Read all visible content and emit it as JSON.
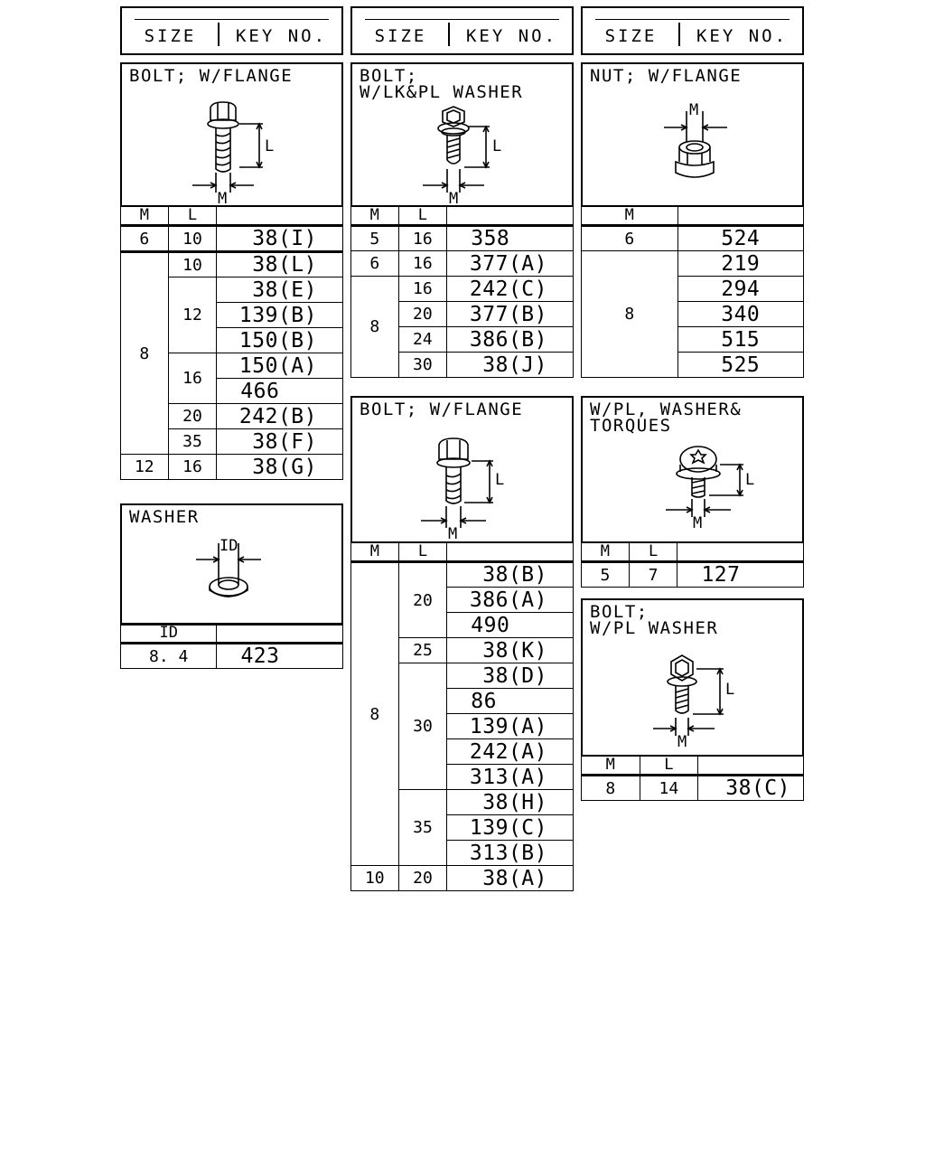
{
  "headers": {
    "size": "SIZE",
    "key": "KEY NO."
  },
  "columns": {
    "m": "M",
    "l": "L",
    "id": "ID"
  },
  "dim_labels": {
    "l": "L",
    "m": "M",
    "id": "ID"
  },
  "bolt_flange_1": {
    "title": "BOLT; W/FLANGE",
    "rows": {
      "r1": {
        "m": "6",
        "l": "10",
        "key": "38(I)"
      },
      "r2": {
        "m": "8",
        "l": "10",
        "key": "38(L)"
      },
      "r3": {
        "l": "12",
        "key": "38(E)"
      },
      "r4": {
        "key": "139(B)"
      },
      "r5": {
        "key": "150(B)"
      },
      "r6": {
        "l": "16",
        "key": "150(A)"
      },
      "r7": {
        "key": "466"
      },
      "r8": {
        "l": "20",
        "key": "242(B)"
      },
      "r9": {
        "l": "35",
        "key": "38(F)"
      },
      "r10": {
        "m": "12",
        "l": "16",
        "key": "38(G)"
      }
    }
  },
  "washer": {
    "title": "WASHER",
    "row": {
      "id": "8. 4",
      "key": "423"
    }
  },
  "bolt_lk_pl": {
    "title": "BOLT;\nW/LK&PL WASHER",
    "rows": {
      "r1": {
        "m": "5",
        "l": "16",
        "key": "358"
      },
      "r2": {
        "m": "6",
        "l": "16",
        "key": "377(A)"
      },
      "r3": {
        "m": "8",
        "l": "16",
        "key": "242(C)"
      },
      "r4": {
        "l": "20",
        "key": "377(B)"
      },
      "r5": {
        "l": "24",
        "key": "386(B)"
      },
      "r6": {
        "l": "30",
        "key": "38(J)"
      }
    }
  },
  "bolt_flange_2": {
    "title": "BOLT; W/FLANGE",
    "rows": {
      "r1": {
        "m": "8",
        "l": "20",
        "key": "38(B)"
      },
      "r2": {
        "key": "386(A)"
      },
      "r3": {
        "key": "490"
      },
      "r4": {
        "l": "25",
        "key": "38(K)"
      },
      "r5": {
        "l": "30",
        "key": "38(D)"
      },
      "r6": {
        "key": "86"
      },
      "r7": {
        "key": "139(A)"
      },
      "r8": {
        "key": "242(A)"
      },
      "r9": {
        "key": "313(A)"
      },
      "r10": {
        "l": "35",
        "key": "38(H)"
      },
      "r11": {
        "key": "139(C)"
      },
      "r12": {
        "key": "313(B)"
      },
      "r13": {
        "m": "10",
        "l": "20",
        "key": "38(A)"
      }
    }
  },
  "nut_flange": {
    "title": "NUT; W/FLANGE",
    "rows": {
      "r1": {
        "m": "6",
        "key": "524"
      },
      "r2": {
        "m": "8",
        "key": "219"
      },
      "r3": {
        "key": "294"
      },
      "r4": {
        "key": "340"
      },
      "r5": {
        "key": "515"
      },
      "r6": {
        "key": "525"
      }
    }
  },
  "torques": {
    "title": "W/PL, WASHER&\nTORQUES",
    "row": {
      "m": "5",
      "l": "7",
      "key": "127"
    }
  },
  "bolt_pl": {
    "title": "BOLT;\nW/PL WASHER",
    "row": {
      "m": "8",
      "l": "14",
      "key": "38(C)"
    }
  }
}
